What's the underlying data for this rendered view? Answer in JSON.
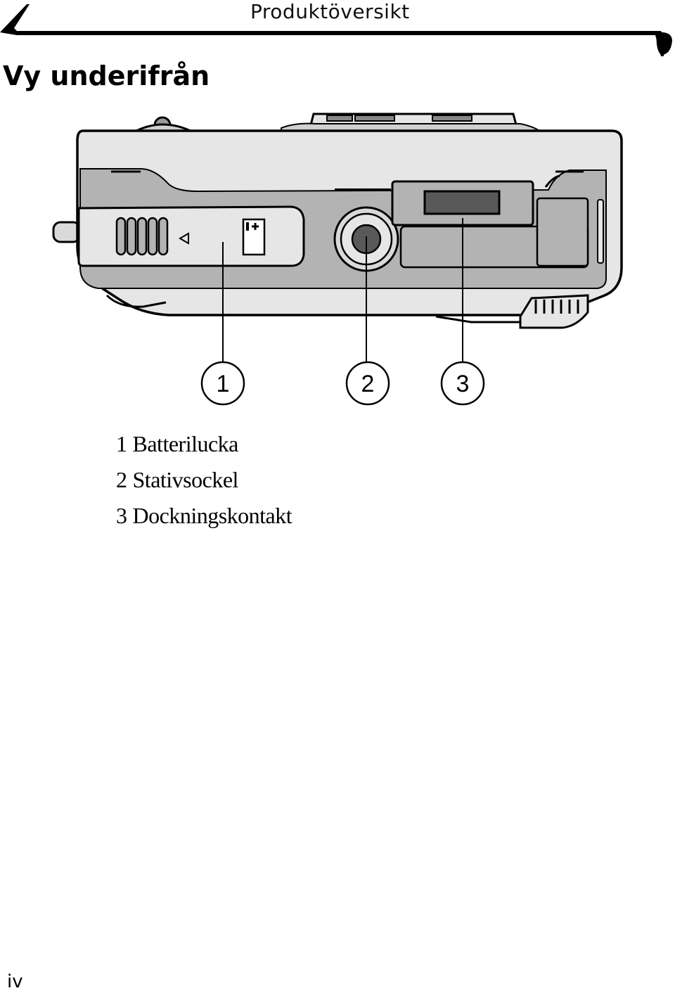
{
  "header": {
    "title": "Produktöversikt"
  },
  "section": {
    "title": "Vy underifrån"
  },
  "figure": {
    "callouts": [
      "1",
      "2",
      "3"
    ]
  },
  "legend": {
    "items": [
      {
        "num": "1",
        "label": "Batterilucka"
      },
      {
        "num": "2",
        "label": "Stativsockel"
      },
      {
        "num": "3",
        "label": "Dockningskontakt"
      }
    ]
  },
  "footer": {
    "page_number": "iv"
  },
  "colors": {
    "body_fill": "#e6e6e6",
    "panel_fill": "#b3b3b3",
    "dark_fill": "#595959",
    "ink": "#000000"
  }
}
